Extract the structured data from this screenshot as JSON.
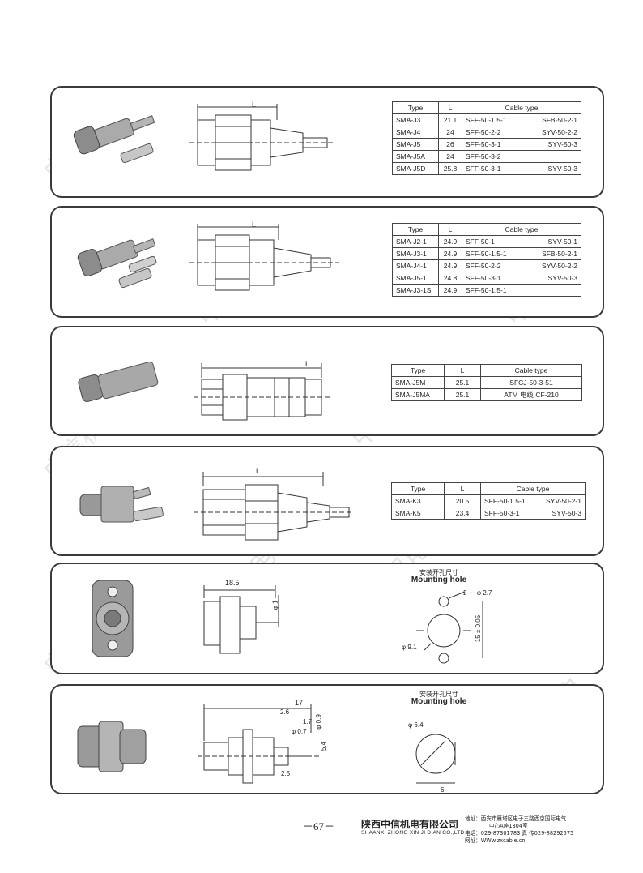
{
  "watermark": "中信机电",
  "panels": [
    {
      "rows": [
        {
          "type": "SMA-J3",
          "L": "21.1",
          "c1": "SFF-50-1.5-1",
          "c2": "SFB-50-2-1"
        },
        {
          "type": "SMA-J4",
          "L": "24",
          "c1": "SFF-50-2-2",
          "c2": "SYV-50-2-2"
        },
        {
          "type": "SMA-J5",
          "L": "26",
          "c1": "SFF-50-3-1",
          "c2": "SYV-50-3"
        },
        {
          "type": "SMA-J5A",
          "L": "24",
          "c1": "SFF-50-3-2",
          "c2": ""
        },
        {
          "type": "SMA-J5D",
          "L": "25.8",
          "c1": "SFF-50-3-1",
          "c2": "SYV-50-3"
        }
      ]
    },
    {
      "rows": [
        {
          "type": "SMA-J2-1",
          "L": "24.9",
          "c1": "SFF-50-1",
          "c2": "SYV-50-1"
        },
        {
          "type": "SMA-J3-1",
          "L": "24.9",
          "c1": "SFF-50-1.5-1",
          "c2": "SFB-50-2-1"
        },
        {
          "type": "SMA-J4-1",
          "L": "24.9",
          "c1": "SFF-50-2-2",
          "c2": "SYV-50-2-2"
        },
        {
          "type": "SMA-J5-1",
          "L": "24.8",
          "c1": "SFF-50-3-1",
          "c2": "SYV-50-3"
        },
        {
          "type": "SMA-J3-1S",
          "L": "24.9",
          "c1": "SFF-50-1.5-1",
          "c2": ""
        }
      ]
    },
    {
      "rows": [
        {
          "type": "SMA-J5M",
          "L": "25.1",
          "c1": "SFCJ-50-3-51",
          "c2": ""
        },
        {
          "type": "SMA-J5MA",
          "L": "25.1",
          "c1": "ATM 电缆 CF-210",
          "c2": ""
        }
      ]
    },
    {
      "rows": [
        {
          "type": "SMA-K3",
          "L": "20.5",
          "c1": "SFF-50-1.5-1",
          "c2": "SYV-50-2-1"
        },
        {
          "type": "SMA-K5",
          "L": "23.4",
          "c1": "SFF-50-3-1",
          "c2": "SYV-50-3"
        }
      ]
    }
  ],
  "table_headers": {
    "type": "Type",
    "L": "L",
    "cable": "Cable type"
  },
  "dims": {
    "L": "L",
    "p5_w": "18.5",
    "p5_pin": "φ 1",
    "p5_holes": "2 － φ 2.7",
    "p5_center": "φ 9.1",
    "p5_spacing": "15 ± 0.05",
    "p6_len": "17",
    "p6_a": "1.7",
    "p6_b": "2.6",
    "p6_c": "φ 0.7",
    "p6_d": "φ 0.9",
    "p6_e": "5.4",
    "p6_f": "2.5",
    "p6_hole": "φ 6.4",
    "p6_w": "6"
  },
  "mounting": {
    "cn": "安装开孔尺寸",
    "en": "Mounting hole"
  },
  "footer": {
    "page": "－67－",
    "company_cn": "陕西中信机电有限公司",
    "company_en": "SHAANXI ZHONG XIN JI DIAN CO.,LTD",
    "address": "地址：西安市雁塔区电子三路西京国际电气",
    "address2": "中心A座1304室",
    "phone": "电话：029-87301783    真  传029-88292575",
    "web": "网址：WWw.zxcable.cn"
  }
}
